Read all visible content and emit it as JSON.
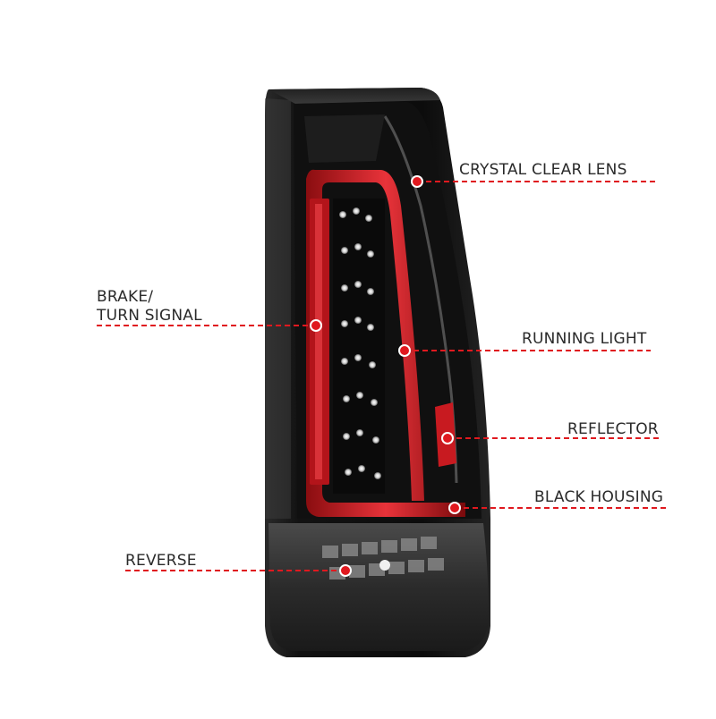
{
  "callouts": {
    "crystal_clear_lens": "CRYSTAL CLEAR LENS",
    "brake_line1": "BRAKE/",
    "brake_line2": "TURN SIGNAL",
    "running_light": "RUNNING LIGHT",
    "reflector": "REFLECTOR",
    "black_housing": "BLACK HOUSING",
    "reverse": "REVERSE"
  },
  "colors": {
    "accent_red": "#e0191f",
    "housing": "#151515",
    "label_text": "#2a2a2a"
  }
}
